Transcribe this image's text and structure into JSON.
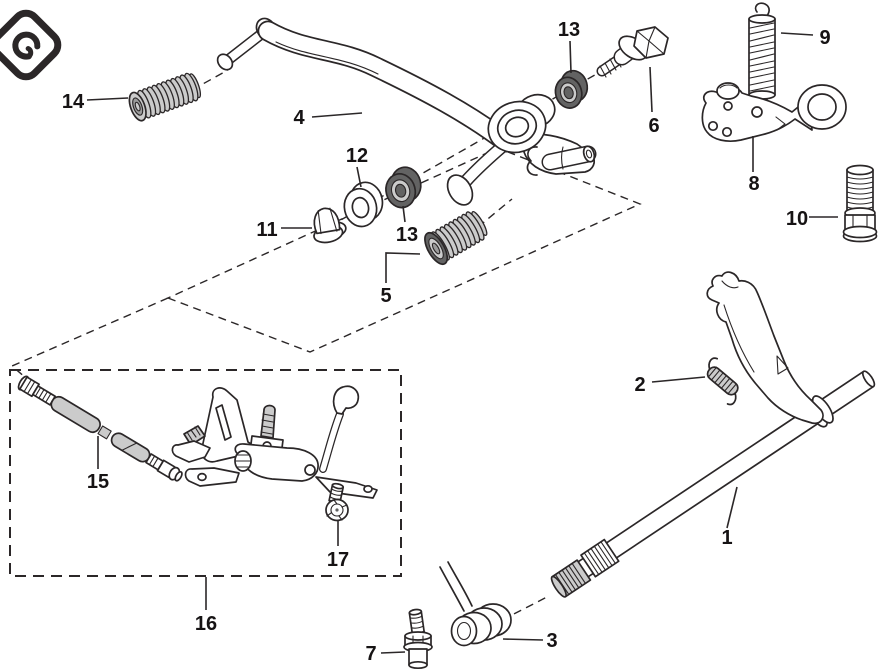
{
  "colors": {
    "background": "#ffffff",
    "line": "#2b2728",
    "label": "#161314",
    "fill_light": "#cbcbcb",
    "fill_mid": "#9b9b9b",
    "fill_dark": "#636363"
  },
  "callouts": {
    "c1": {
      "label": "1"
    },
    "c2": {
      "label": "2"
    },
    "c3": {
      "label": "3"
    },
    "c4": {
      "label": "4"
    },
    "c5": {
      "label": "5"
    },
    "c6": {
      "label": "6"
    },
    "c7": {
      "label": "7"
    },
    "c8": {
      "label": "8"
    },
    "c9": {
      "label": "9"
    },
    "c10": {
      "label": "10"
    },
    "c11": {
      "label": "11"
    },
    "c12": {
      "label": "12"
    },
    "c13_upper": {
      "label": "13"
    },
    "c13_lower": {
      "label": "13"
    },
    "c14": {
      "label": "14"
    },
    "c15": {
      "label": "15"
    },
    "c16": {
      "label": "16"
    },
    "c17": {
      "label": "17"
    }
  }
}
